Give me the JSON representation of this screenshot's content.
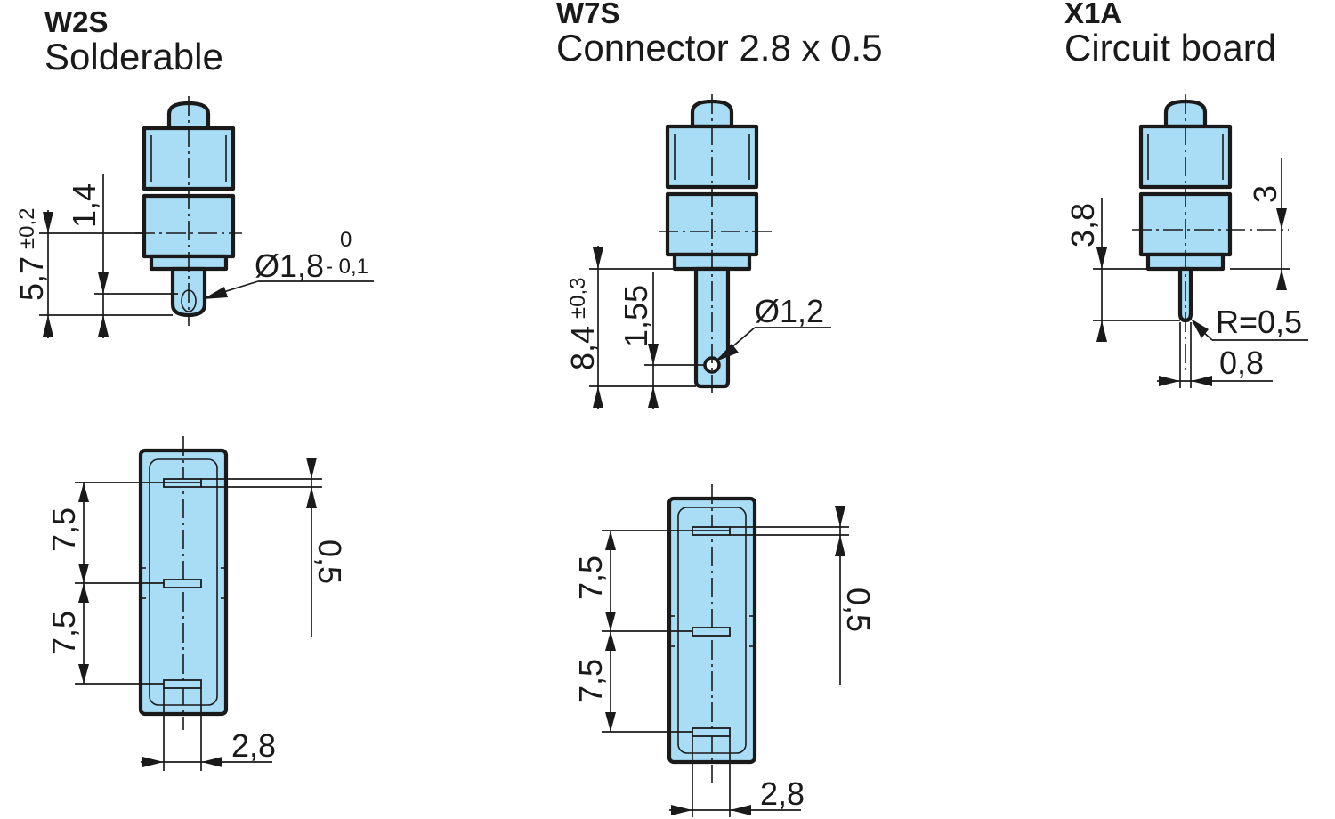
{
  "variants": [
    {
      "code": "W2S",
      "title": "Solderable"
    },
    {
      "code": "W7S",
      "title": "Connector 2.8 x 0.5"
    },
    {
      "code": "X1A",
      "title": "Circuit board"
    }
  ],
  "dimensions": {
    "w2s": {
      "height": "5,7",
      "height_tol": "±0,2",
      "offset": "1,4",
      "diameter": "Ø1,8",
      "diameter_tol_upper": "0",
      "diameter_tol_lower": "- 0,1",
      "pitch_a": "7,5",
      "pitch_b": "7,5",
      "tab_thickness": "0,5",
      "tab_width": "2,8"
    },
    "w7s": {
      "height": "8,4",
      "height_tol": "±0,3",
      "offset": "1,55",
      "diameter": "Ø1,2",
      "pitch_a": "7,5",
      "pitch_b": "7,5",
      "tab_thickness": "0,5",
      "tab_width": "2,8"
    },
    "x1a": {
      "height": "3,8",
      "offset": "3",
      "radius": "R=0,5",
      "pin_width": "0,8"
    }
  }
}
